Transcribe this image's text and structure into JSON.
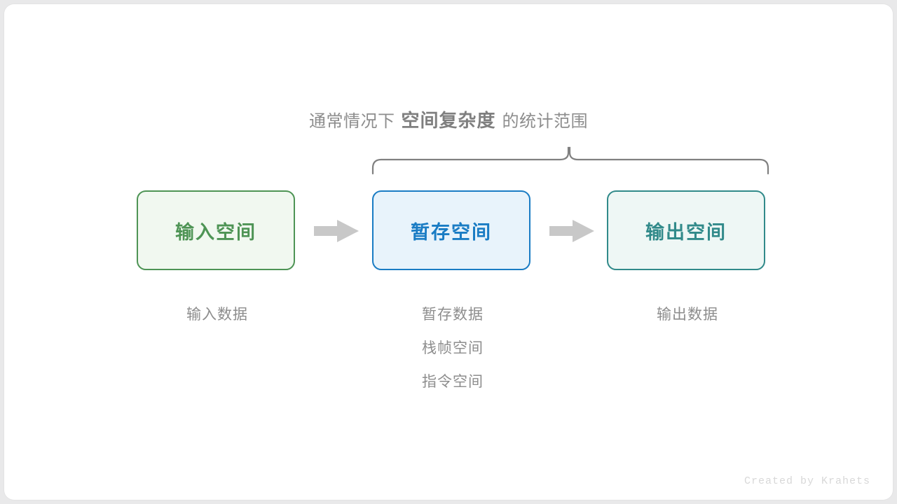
{
  "canvas": {
    "background": "#ffffff",
    "page_background": "#e9e9ea"
  },
  "scope_caption": {
    "prefix": "通常情况下",
    "emphasis": "空间复杂度",
    "suffix": "的统计范围",
    "color": "#8d8d8d"
  },
  "brace": {
    "name": "scope-brace",
    "color": "#808080",
    "spans_boxes": [
      "暂存空间",
      "输出空间"
    ]
  },
  "flow": {
    "boxes": [
      {
        "id": "input",
        "label": "输入空间",
        "border_color": "#4e9455",
        "fill_color": "#f1f8f0",
        "text_color": "#4e9455"
      },
      {
        "id": "temp",
        "label": "暂存空间",
        "border_color": "#1a7cc4",
        "fill_color": "#e8f3fb",
        "text_color": "#1a7cc4"
      },
      {
        "id": "output",
        "label": "输出空间",
        "border_color": "#318a8a",
        "fill_color": "#eef7f5",
        "text_color": "#318a8a"
      }
    ],
    "arrows": [
      {
        "id": "arrow-1",
        "direction": "right",
        "color": "#c8c8c8"
      },
      {
        "id": "arrow-2",
        "direction": "right",
        "color": "#c8c8c8"
      }
    ]
  },
  "captions": {
    "input": [
      "输入数据"
    ],
    "temp": [
      "暂存数据",
      "栈帧空间",
      "指令空间"
    ],
    "output": [
      "输出数据"
    ],
    "color": "#8d8d8d"
  },
  "footer": {
    "credit": "Created by Krahets",
    "color": "#d8d8d8"
  }
}
